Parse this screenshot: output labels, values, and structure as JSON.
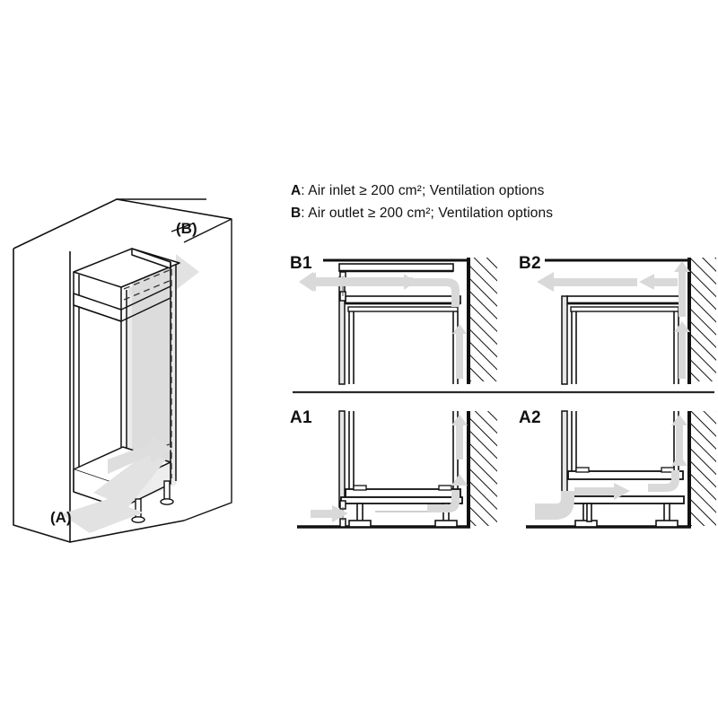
{
  "legend": {
    "rows": [
      {
        "key": "A",
        "text": ": Air inlet ≥ 200 cm²; Ventilation options"
      },
      {
        "key": "B",
        "text": ": Air outlet ≥ 200 cm²; Ventilation options"
      }
    ]
  },
  "isometric": {
    "label_outlet": "(B)",
    "label_inlet": "(A)",
    "description": "Tall built-in housing unit in room corner with airflow entering at base front and exiting at top rear"
  },
  "panels": [
    {
      "id": "B1",
      "label": "B1",
      "row": "outlet",
      "column": "left",
      "description": "Air outlet via gap above appliance under worktop, exiting forward through front fascia"
    },
    {
      "id": "B2",
      "label": "B2",
      "row": "outlet",
      "column": "right",
      "description": "Air outlet rising along rear wall and exiting forward above appliance"
    },
    {
      "id": "A1",
      "label": "A1",
      "row": "inlet",
      "column": "left",
      "description": "Air inlet at plinth front entering below appliance base and rising at rear wall"
    },
    {
      "id": "A2",
      "label": "A2",
      "row": "inlet",
      "column": "right",
      "description": "Air inlet at floor level entering over plinth shelf and rising at rear wall"
    }
  ],
  "colors": {
    "line": "#111111",
    "arrow_fill": "#d9d9d9",
    "arrow_stroke": "#d9d9d9",
    "panel_fill": "#ffffff",
    "shade": "#e2e2e2",
    "divider": "#2a2a2a"
  },
  "units": {
    "area": "cm²",
    "minimum_area_value": "200",
    "comparator": "≥"
  }
}
